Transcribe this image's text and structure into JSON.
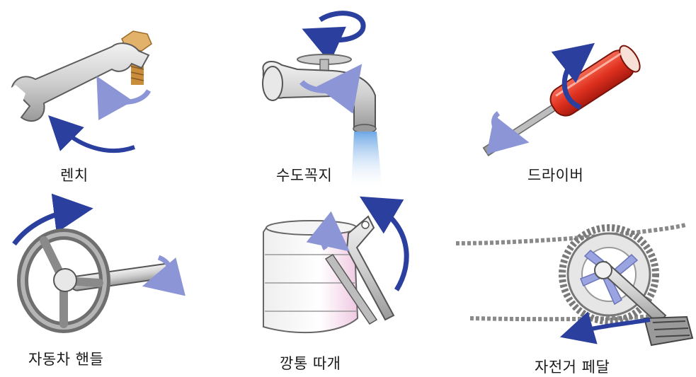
{
  "items": [
    {
      "label": "렌치"
    },
    {
      "label": "수도꼭지"
    },
    {
      "label": "드라이버"
    },
    {
      "label": "자동차 핸들"
    },
    {
      "label": "깡통 따개"
    },
    {
      "label": "자전거 페달"
    }
  ],
  "colors": {
    "arrow": "#2b3f9e",
    "arrow_light": "#8c95d6",
    "metal": "#c8c8c8",
    "metal_dark": "#8a8a8a",
    "brass": "#d9a55a",
    "handle_red": "#e0311f",
    "water": "#7fb2e8",
    "pink": "#f2d6ea"
  }
}
